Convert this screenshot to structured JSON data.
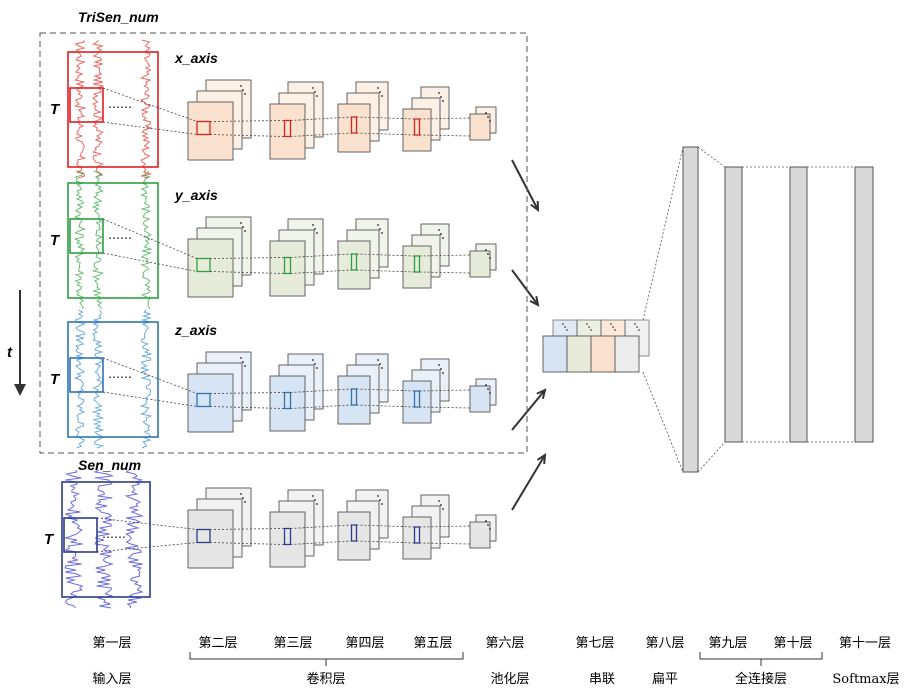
{
  "branches": [
    {
      "id": "x",
      "name": "TriSen_num",
      "axis_label": "x_axis",
      "t_label": "T",
      "dots": "……",
      "signal_color": "#e8352f",
      "box_color": "#e02020",
      "map_fill": "#fbe2cf",
      "map_fill_back": "#fdf0e5"
    },
    {
      "id": "y",
      "name": "",
      "axis_label": "y_axis",
      "t_label": "T",
      "dots": "……",
      "signal_color": "#3aa84a",
      "box_color": "#2ea043",
      "map_fill": "#e6ecd9",
      "map_fill_back": "#f1f4ea"
    },
    {
      "id": "z",
      "name": "",
      "axis_label": "z_axis",
      "t_label": "T",
      "dots": "……",
      "signal_color": "#3f8fd0",
      "box_color": "#2f74b5",
      "map_fill": "#d6e4f3",
      "map_fill_back": "#e9f0f9"
    },
    {
      "id": "s",
      "name": "Sen_num",
      "axis_label": "",
      "t_label": "T",
      "dots": "……",
      "signal_color": "#3b3bd6",
      "box_color": "#2d3b8f",
      "map_fill": "#e6e6e6",
      "map_fill_back": "#f2f2f2"
    }
  ],
  "time_axis_label": "t",
  "concat_colors": [
    "#d6e4f3",
    "#e6ecd9",
    "#fbe2cf",
    "#ececec"
  ],
  "layers": {
    "l1": "第一层",
    "l2": "第二层",
    "l3": "第三层",
    "l4": "第四层",
    "l5": "第五层",
    "l6": "第六层",
    "l7": "第七层",
    "l8": "第八层",
    "l9": "第九层",
    "l10": "第十层",
    "l11": "第十一层"
  },
  "groups": {
    "input": "输入层",
    "conv": "卷积层",
    "pool": "池化层",
    "concat": "串联",
    "flatten": "扁平",
    "fc": "全连接层",
    "softmax": "Softmax层"
  }
}
